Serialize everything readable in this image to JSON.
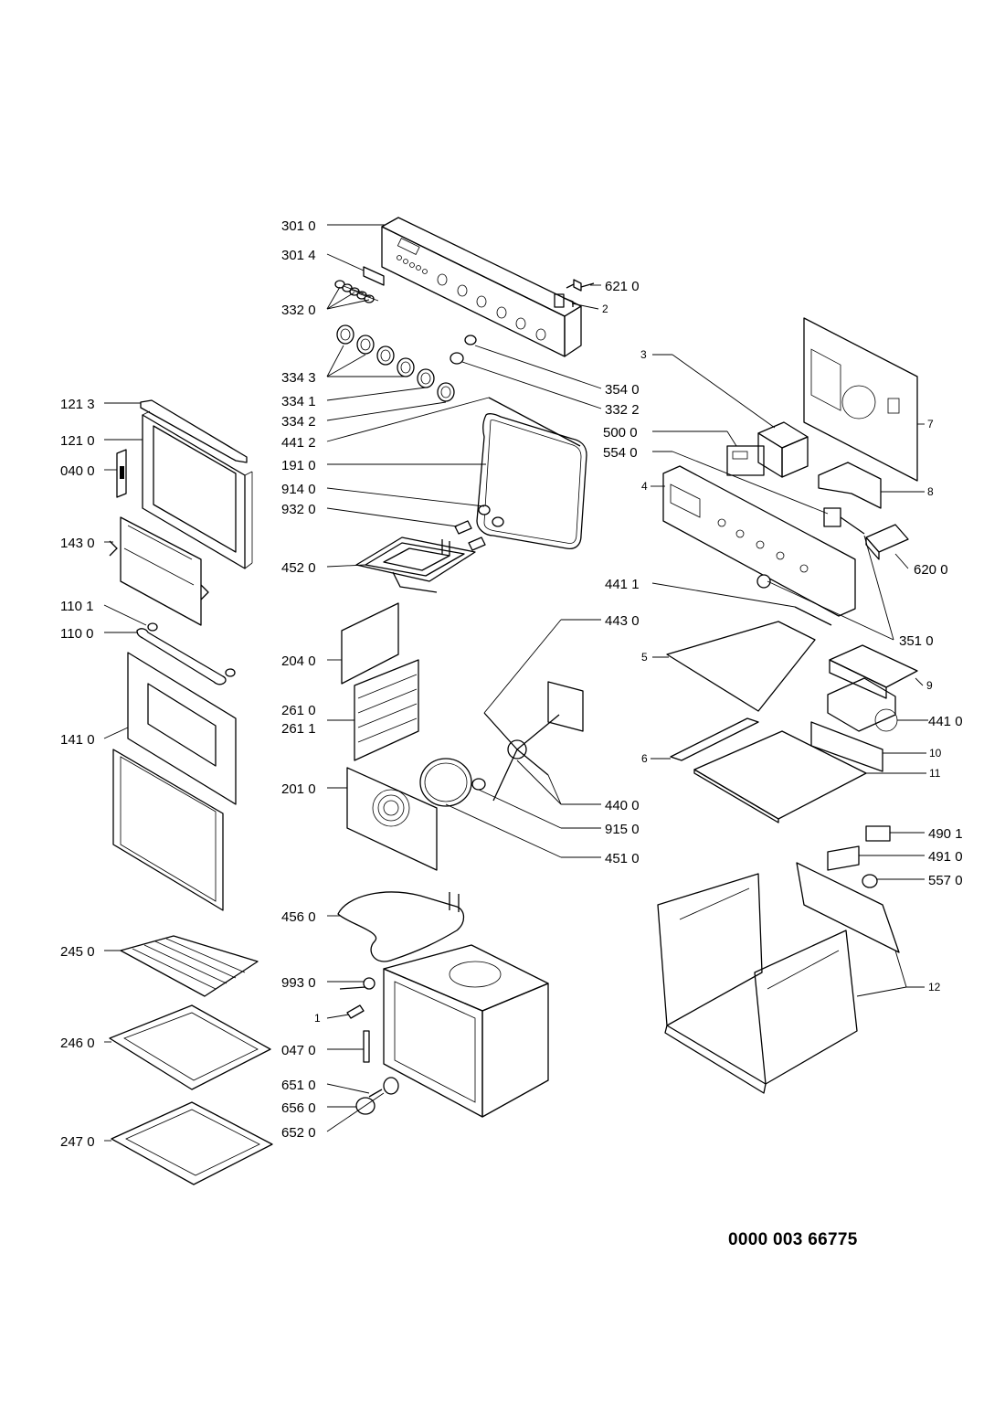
{
  "document": {
    "number": "0000 003 66775"
  },
  "callouts": [
    {
      "id": "c1",
      "text": "301 0"
    },
    {
      "id": "c2",
      "text": "301 4"
    },
    {
      "id": "c3",
      "text": "332 0"
    },
    {
      "id": "c4",
      "text": "621 0"
    },
    {
      "id": "c5",
      "text": "2"
    },
    {
      "id": "c6",
      "text": "334 3"
    },
    {
      "id": "c7",
      "text": "334 1"
    },
    {
      "id": "c8",
      "text": "334 2"
    },
    {
      "id": "c9",
      "text": "354 0"
    },
    {
      "id": "c10",
      "text": "332 2"
    },
    {
      "id": "c11",
      "text": "441 2"
    },
    {
      "id": "c12",
      "text": "191 0"
    },
    {
      "id": "c13",
      "text": "914 0"
    },
    {
      "id": "c14",
      "text": "932 0"
    },
    {
      "id": "c15",
      "text": "452 0"
    },
    {
      "id": "c16",
      "text": "121 3"
    },
    {
      "id": "c17",
      "text": "121 0"
    },
    {
      "id": "c18",
      "text": "040 0"
    },
    {
      "id": "c19",
      "text": "143 0"
    },
    {
      "id": "c20",
      "text": "110 1"
    },
    {
      "id": "c21",
      "text": "110 0"
    },
    {
      "id": "c22",
      "text": "141 0"
    },
    {
      "id": "c23",
      "text": "3"
    },
    {
      "id": "c24",
      "text": "500 0"
    },
    {
      "id": "c25",
      "text": "554 0"
    },
    {
      "id": "c26",
      "text": "7"
    },
    {
      "id": "c27",
      "text": "8"
    },
    {
      "id": "c28",
      "text": "4"
    },
    {
      "id": "c29",
      "text": "620 0"
    },
    {
      "id": "c30",
      "text": "441 1"
    },
    {
      "id": "c31",
      "text": "443 0"
    },
    {
      "id": "c32",
      "text": "351 0"
    },
    {
      "id": "c33",
      "text": "5"
    },
    {
      "id": "c34",
      "text": "9"
    },
    {
      "id": "c35",
      "text": "441 0"
    },
    {
      "id": "c36",
      "text": "204 0"
    },
    {
      "id": "c37",
      "text": "261 0"
    },
    {
      "id": "c38",
      "text": "261 1"
    },
    {
      "id": "c39",
      "text": "201 0"
    },
    {
      "id": "c40",
      "text": "440 0"
    },
    {
      "id": "c41",
      "text": "915 0"
    },
    {
      "id": "c42",
      "text": "451 0"
    },
    {
      "id": "c43",
      "text": "6"
    },
    {
      "id": "c44",
      "text": "10"
    },
    {
      "id": "c45",
      "text": "11"
    },
    {
      "id": "c46",
      "text": "490 1"
    },
    {
      "id": "c47",
      "text": "491 0"
    },
    {
      "id": "c48",
      "text": "557 0"
    },
    {
      "id": "c49",
      "text": "456 0"
    },
    {
      "id": "c50",
      "text": "245 0"
    },
    {
      "id": "c51",
      "text": "993 0"
    },
    {
      "id": "c52",
      "text": "1"
    },
    {
      "id": "c53",
      "text": "246 0"
    },
    {
      "id": "c54",
      "text": "047 0"
    },
    {
      "id": "c55",
      "text": "651 0"
    },
    {
      "id": "c56",
      "text": "656 0"
    },
    {
      "id": "c57",
      "text": "652 0"
    },
    {
      "id": "c58",
      "text": "247 0"
    },
    {
      "id": "c59",
      "text": "12"
    }
  ]
}
